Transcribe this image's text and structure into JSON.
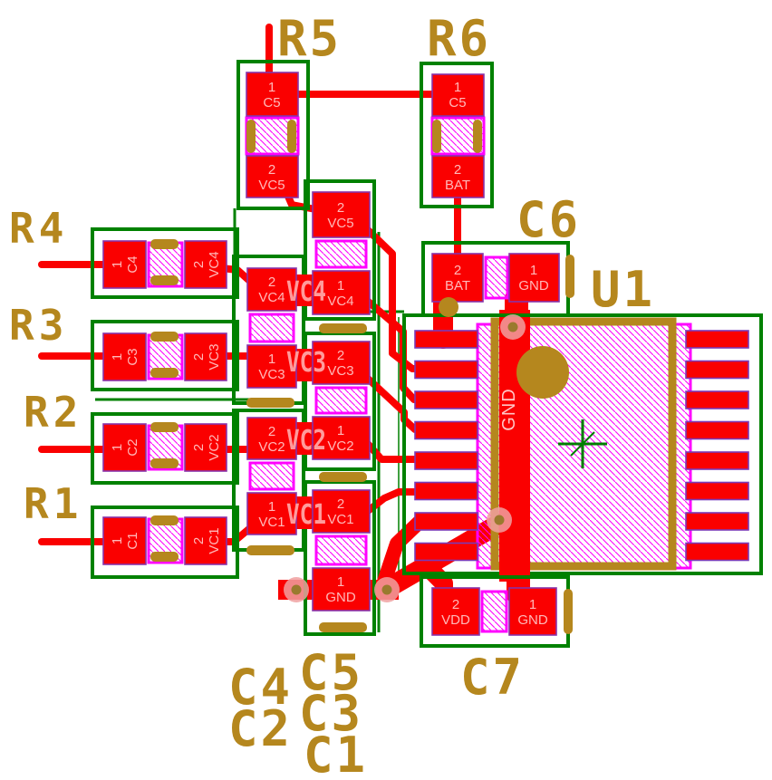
{
  "board": {
    "components": {
      "R5": {
        "ref": "R5",
        "pad1_num": "1",
        "pad1_net": "C5",
        "pad2_num": "2",
        "pad2_net": "VC5"
      },
      "R6": {
        "ref": "R6",
        "pad1_num": "1",
        "pad1_net": "C5",
        "pad2_num": "2",
        "pad2_net": "BAT"
      },
      "R4": {
        "ref": "R4",
        "pad1_num": "1",
        "pad1_net": "C4",
        "pad2_num": "2",
        "pad2_net": "VC4"
      },
      "R3": {
        "ref": "R3",
        "pad1_num": "1",
        "pad1_net": "C3",
        "pad2_num": "2",
        "pad2_net": "VC3"
      },
      "R2": {
        "ref": "R2",
        "pad1_num": "1",
        "pad1_net": "C2",
        "pad2_num": "2",
        "pad2_net": "VC2"
      },
      "R1": {
        "ref": "R1",
        "pad1_num": "1",
        "pad1_net": "C1",
        "pad2_num": "2",
        "pad2_net": "VC1"
      },
      "C6": {
        "ref": "C6",
        "pad2_num": "2",
        "pad2_net": "BAT",
        "pad1_num": "1",
        "pad1_net": "GND"
      },
      "C7": {
        "ref": "C7",
        "pad2_num": "2",
        "pad2_net": "VDD",
        "pad1_num": "1",
        "pad1_net": "GND"
      },
      "U1": {
        "ref": "U1",
        "gnd_trace_label": "GND"
      }
    },
    "cap_stack": {
      "right_pads": [
        {
          "num": "2",
          "net": "VC5"
        },
        {
          "num": "1",
          "net": "VC4"
        },
        {
          "num": "2",
          "net": "VC3"
        },
        {
          "num": "1",
          "net": "VC2"
        },
        {
          "num": "2",
          "net": "VC1"
        },
        {
          "num": "1",
          "net": "GND"
        }
      ],
      "left_pads": [
        {
          "num": "2",
          "net": "VC4"
        },
        {
          "num": "1",
          "net": "VC3"
        },
        {
          "num": "2",
          "net": "VC2"
        },
        {
          "num": "1",
          "net": "VC1"
        }
      ],
      "net_labels": [
        "VC4",
        "VC3",
        "VC2",
        "VC1"
      ],
      "bottom_refs": [
        "C4",
        "C2",
        "C5",
        "C3",
        "C1"
      ]
    },
    "colors": {
      "copper": "#fa0000",
      "silkscreen_gold": "#b5871e",
      "outline_green": "#008100",
      "polygon_magenta": "#ff00ff",
      "pad_border_purple": "#8833aa",
      "pad_text_pink": "#ffb9b9",
      "net_label_pink": "#ff9b9b"
    }
  }
}
